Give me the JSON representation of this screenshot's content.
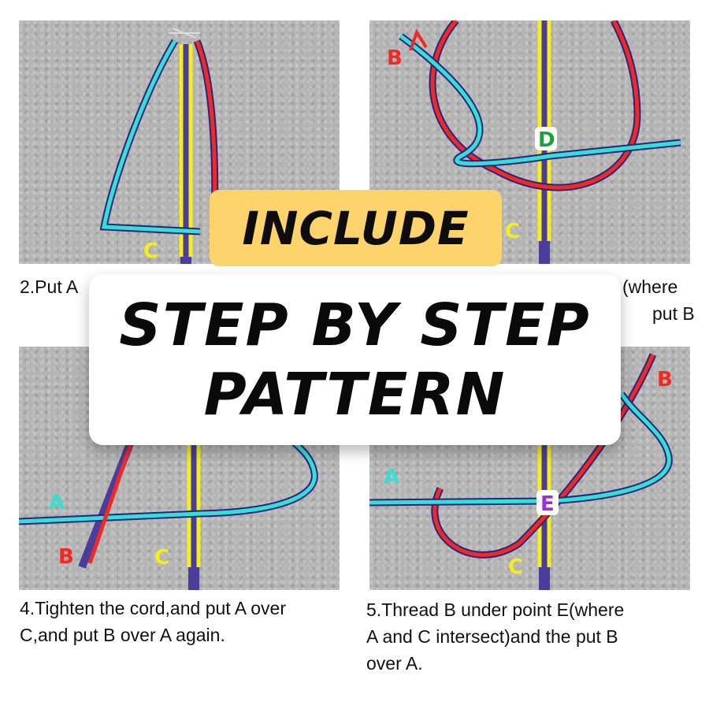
{
  "banner": {
    "include": "INCLUDE",
    "title_line1": "STEP BY STEP",
    "title_line2": "PATTERN"
  },
  "colors": {
    "cord_a": "#34e0d4",
    "cord_b": "#ef2a24",
    "cord_c": "#f5ee1b",
    "core": "#4b3d9c",
    "badge": "#fdd36b"
  },
  "captions": {
    "step2": "2.Put A",
    "step3_line1": "(where",
    "step3_line2": "put B",
    "step4_line1": "4.Tighten the cord,and put A over",
    "step4_line2": "C,and put B over A again.",
    "step5_line1": "5.Thread B under point E(where",
    "step5_line2": "A and C intersect)and the put B",
    "step5_line3": "over A."
  },
  "labels": {
    "a": "A",
    "b": "B",
    "c": "C",
    "d": "D",
    "e": "E"
  }
}
